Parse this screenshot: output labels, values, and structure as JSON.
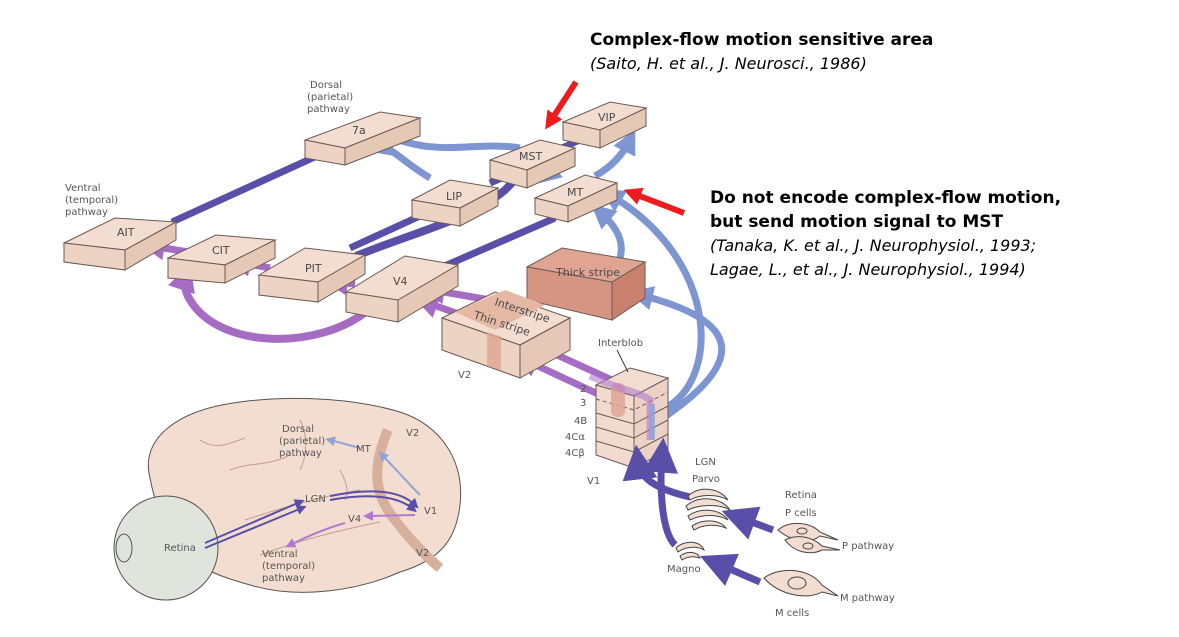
{
  "annotations": {
    "mst": {
      "title": "Complex-flow motion sensitive area",
      "citation": "(Saito, H. et al., J. Neurosci., 1986)"
    },
    "mt": {
      "title_line1": "Do not encode complex-flow motion,",
      "title_line2": "but send motion signal to MST",
      "citation_line1": "(Tanaka, K. et al., J. Neurophysiol., 1993;",
      "citation_line2": "Lagae, L., et al., J. Neurophysiol., 1994)"
    }
  },
  "pathway_labels": {
    "dorsal": [
      "Dorsal",
      "(parietal)",
      "pathway"
    ],
    "ventral": [
      "Ventral",
      "(temporal)",
      "pathway"
    ]
  },
  "areas": {
    "a7a": "7a",
    "vip": "VIP",
    "mst": "MST",
    "mt": "MT",
    "lip": "LIP",
    "ait": "AIT",
    "cit": "CIT",
    "pit": "PIT",
    "v4": "V4",
    "thick": "Thick stripe",
    "interstripe": "Interstripe",
    "thin": "Thin stripe",
    "v2": "V2",
    "interblob": "Interblob",
    "v1": "V1"
  },
  "v1_layers": [
    "2",
    "3",
    "4B",
    "4Cα",
    "4Cβ"
  ],
  "lgn": {
    "title": "LGN",
    "parvo": "Parvo",
    "magno": "Magno"
  },
  "retina": {
    "title": "Retina",
    "p_cells": "P cells",
    "m_cells": "M cells",
    "p_pathway": "P pathway",
    "m_pathway": "M pathway"
  },
  "brain_inset": {
    "dorsal": [
      "Dorsal",
      "(parietal)",
      "pathway"
    ],
    "ventral": [
      "Ventral",
      "(temporal)",
      "pathway"
    ],
    "mt": "MT",
    "lgn": "LGN",
    "v4": "V4",
    "v1": "V1",
    "v2_top": "V2",
    "v2_bottom": "V2",
    "retina": "Retina"
  },
  "colors": {
    "box_fill": "#f3ddd0",
    "box_side": "#e8c9b8",
    "stripe_fill": "#d9a08a",
    "magno_path": "#5a4fa8",
    "dorsal_path": "#7d95d0",
    "ventral_path": "#a66cc4",
    "red_arrow": "#ee1c1c"
  }
}
